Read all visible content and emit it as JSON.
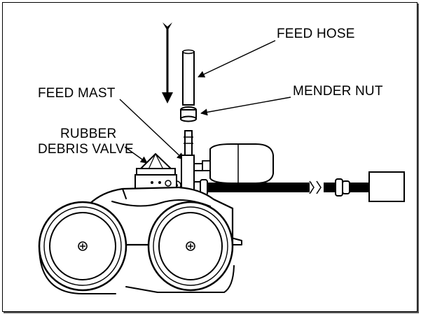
{
  "labels": {
    "feed_hose": "FEED HOSE",
    "mender_nut": "MENDER NUT",
    "feed_mast": "FEED MAST",
    "rubber_line1": "RUBBER",
    "rubber_line2": "DEBRIS VALVE"
  },
  "colors": {
    "ink": "#000000",
    "paper": "#ffffff",
    "shadow": "#555555"
  },
  "icons": {
    "flow_arrow": "down-arrow-icon"
  }
}
